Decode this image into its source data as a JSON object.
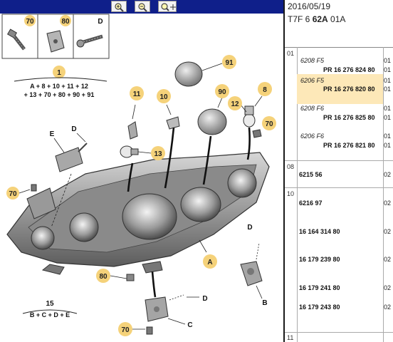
{
  "header": {
    "date": "2016/05/19",
    "code_prefix": "T7F 6 ",
    "code_bold": "62A",
    "code_suffix": " 01A"
  },
  "toolbar": {
    "zoom_in_icon": "zoom-in-magnifier",
    "zoom_out_icon": "zoom-out-magnifier",
    "zoom_fit_icon": "zoom-fit-magnifier-arrows"
  },
  "diagram": {
    "inset_labels": [
      "70",
      "80",
      "D"
    ],
    "callouts": [
      "91",
      "1",
      "11",
      "10",
      "90",
      "8",
      "12",
      "70",
      "13",
      "70",
      "80",
      "70",
      "A",
      "B",
      "C",
      "D",
      "D",
      "D",
      "E"
    ],
    "formula_top_line1": "A + 8 + 10 + 11 + 12",
    "formula_top_line2": "+ 13 + 70 + 80 + 90 + 91",
    "formula_bottom_num": "15",
    "formula_bottom": "B + C + D + E"
  },
  "parts": {
    "group01": "01",
    "rows01": [
      {
        "ref": "6208 F5",
        "part": "PR 16 276 824 80",
        "qty": "01"
      },
      {
        "ref": "6206 F5",
        "part": "PR 16 276 820 80",
        "qty": "01"
      },
      {
        "ref": "6208 F6",
        "part": "PR 16 276 825 80",
        "qty": "01"
      },
      {
        "ref": "6206 F6",
        "part": "PR 16 276 821 80",
        "qty": "01"
      }
    ],
    "qty_extra": [
      "01",
      "01",
      "01",
      "01"
    ],
    "group08": "08",
    "row08": {
      "part": "6215 56",
      "qty": "02"
    },
    "group10": "10",
    "rows10": [
      {
        "part": "6216 97",
        "qty": "02"
      },
      {
        "part": "16 164 314 80",
        "qty": "02"
      },
      {
        "part": "16 179 239 80",
        "qty": "02"
      },
      {
        "part": "16 179 241 80",
        "qty": "02"
      },
      {
        "part": "16 179 243 80",
        "qty": "02"
      }
    ],
    "group11": "11"
  },
  "colors": {
    "toolbar": "#0f1f8a",
    "callout_fill": "#f5d27a",
    "highlight": "#fde8b8"
  }
}
